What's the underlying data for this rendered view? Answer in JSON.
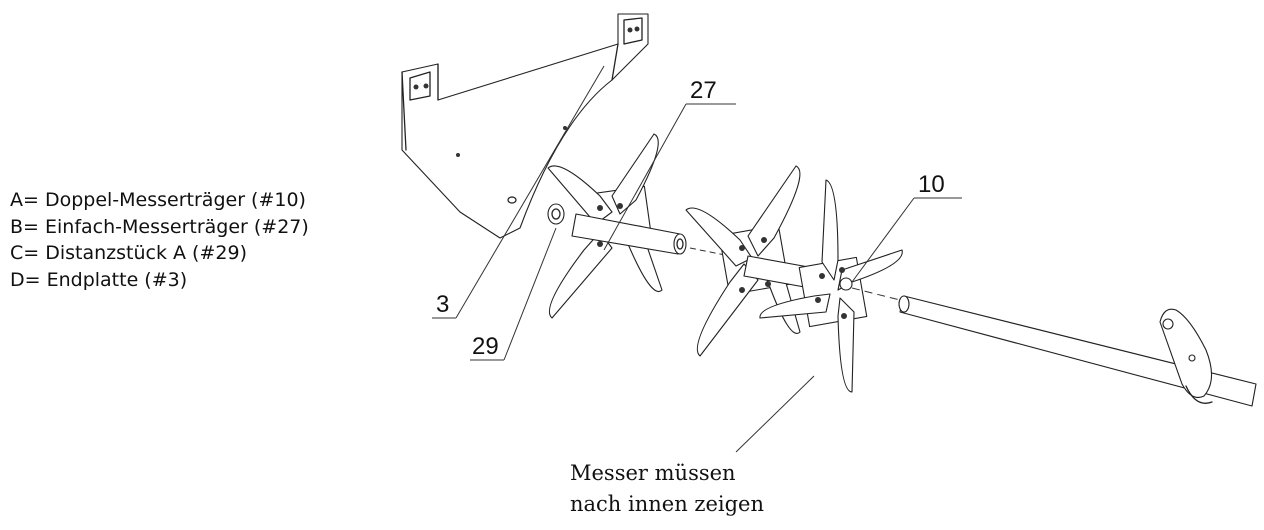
{
  "legend": [
    "A= Doppel-Messerträger (#10)",
    "B= Einfach-Messerträger (#27)",
    "C= Distanzstück A (#29)",
    "D= Endplatte (#3)"
  ],
  "callouts": {
    "label_27": "27",
    "label_10": "10",
    "label_3": "3",
    "label_29": "29"
  },
  "note": {
    "line1": "Messer müssen",
    "line2": "nach innen zeigen"
  }
}
